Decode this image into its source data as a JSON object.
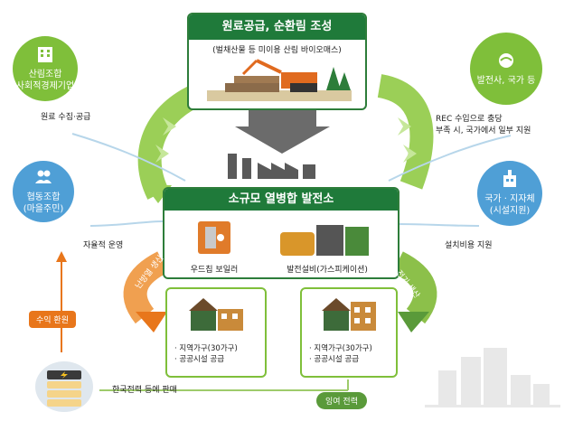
{
  "top": {
    "title": "원료공급, 순환림 조성",
    "subtitle": "(벌채산물 등 미이용 산림 바이오매스)"
  },
  "center": {
    "title": "소규모 열병합 발전소",
    "boiler_label": "우드칩 보일러",
    "generator_label": "발전설비(가스피케이션)"
  },
  "left_top": {
    "line1": "산림조합",
    "line2": "사회적경제기업",
    "note": "원료 수집·공급",
    "icon": "building-icon"
  },
  "left_mid": {
    "line1": "협동조합",
    "line2": "(마을주민)",
    "note": "자율적 운영",
    "icon": "people-icon"
  },
  "right_top": {
    "line1": "발전사, 국가 등",
    "note1": "REC 수입으로 충당",
    "note2": "부족 시, 국가에서 일부 지원",
    "icon": "gov-emblem-icon"
  },
  "right_mid": {
    "line1": "국가 · 지자체",
    "line2": "(시설지원)",
    "note": "설치비용 지원",
    "icon": "gov-building-icon"
  },
  "heat_arrow": "난방열 생산",
  "power_arrow": "전기 생산",
  "house_left": {
    "line1": "· 지역가구(30가구)",
    "line2": "· 공공시설 공급"
  },
  "house_right": {
    "line1": "· 지역가구(30가구)",
    "line2": "· 공공시설 공급"
  },
  "revenue": "수익 환원",
  "sale": "한국전력 등에 판매",
  "surplus": "잉여 전력",
  "colors": {
    "dark_green": "#1f7a3a",
    "light_green": "#7fbf3a",
    "sky": "#4f9fd6",
    "orange": "#e8761b"
  }
}
